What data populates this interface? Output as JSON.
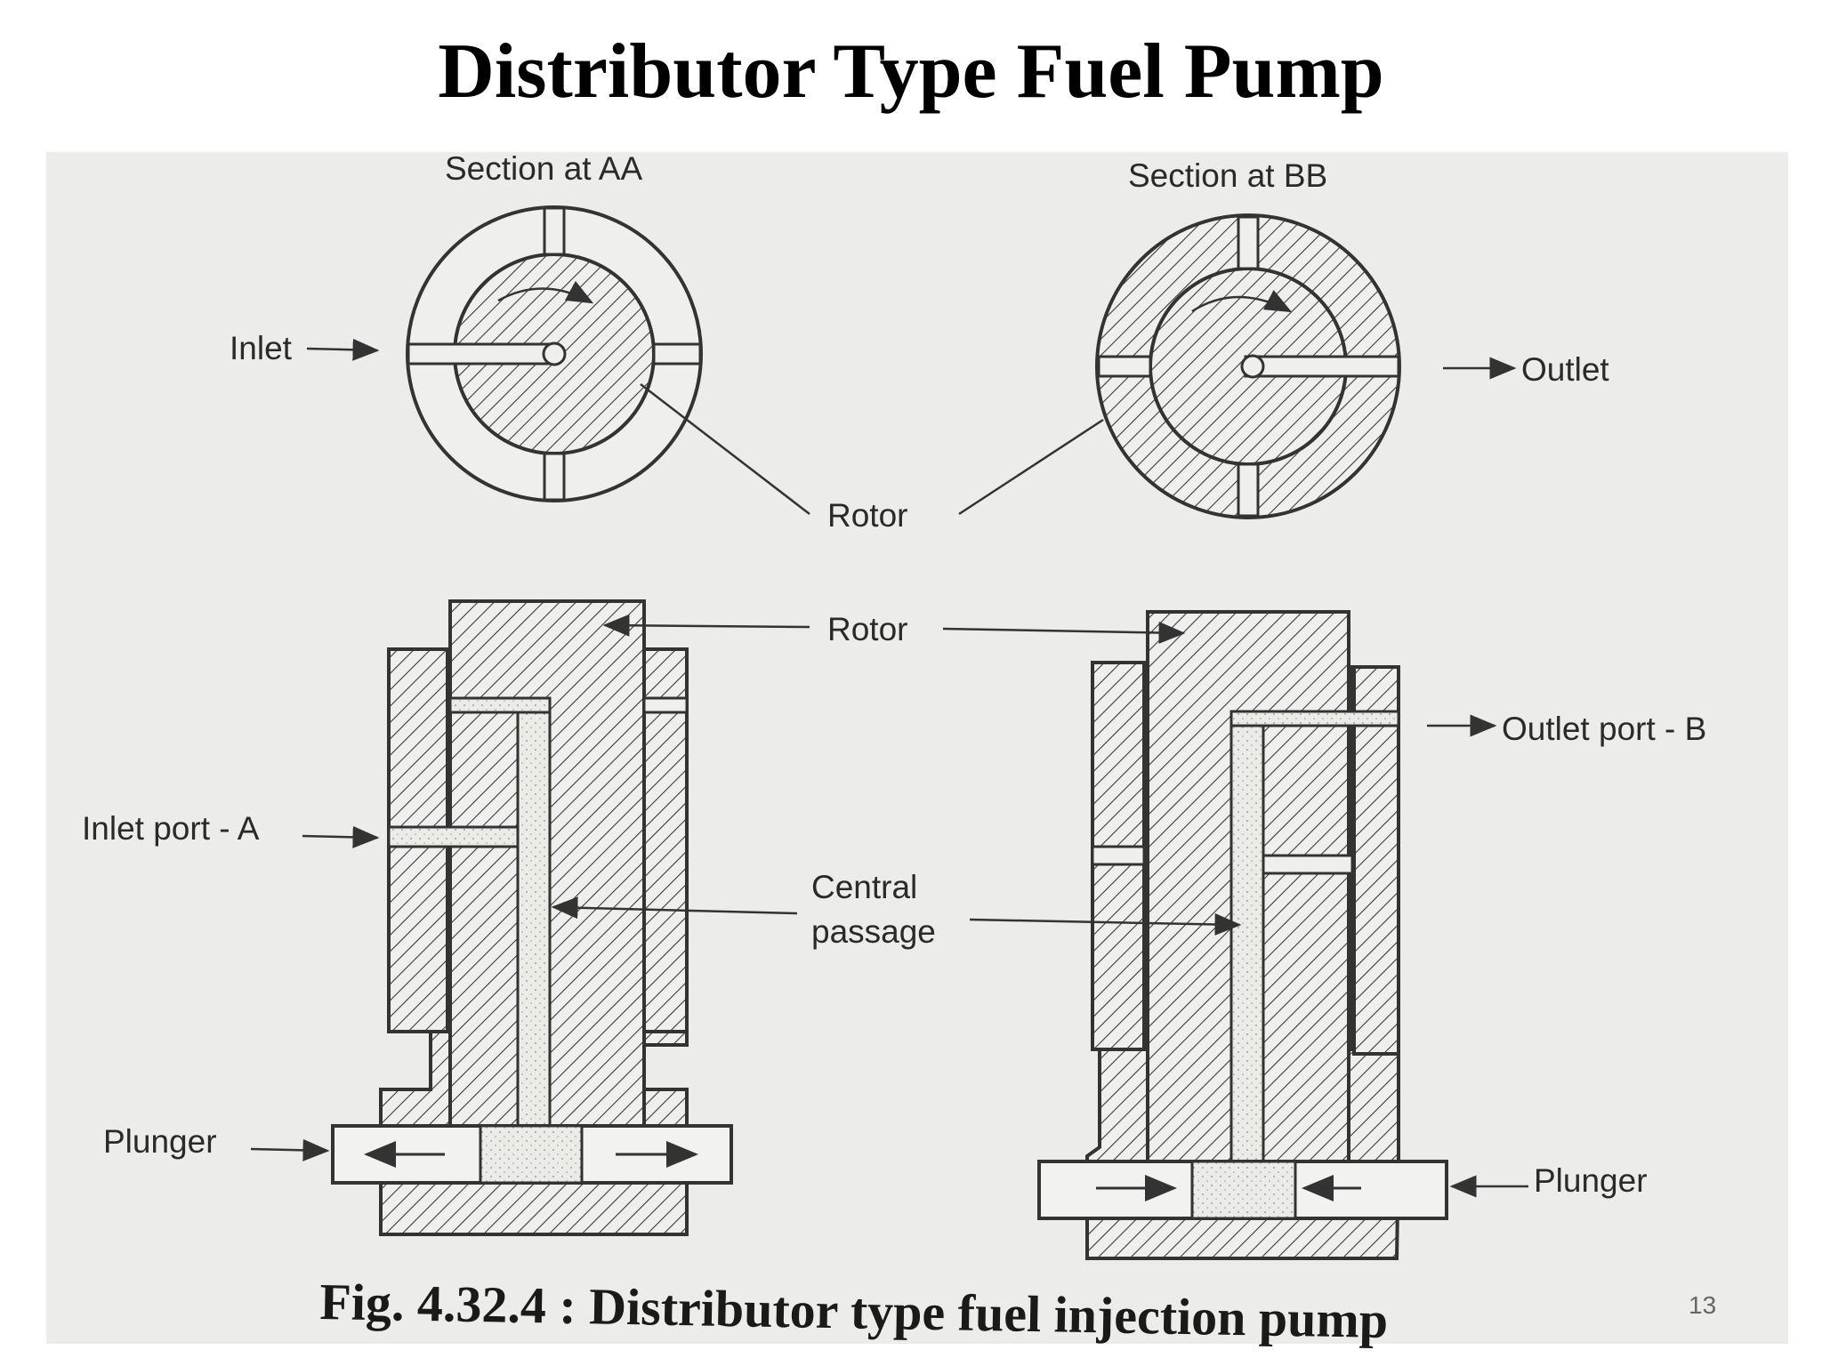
{
  "slide": {
    "title": "Distributor Type Fuel Pump",
    "page_number": "13"
  },
  "figure": {
    "caption": "Fig. 4.32.4 : Distributor type fuel injection pump",
    "labels": {
      "section_aa": "Section at AA",
      "section_bb": "Section at BB",
      "inlet": "Inlet",
      "outlet": "Outlet",
      "rotor_top": "Rotor",
      "rotor_mid": "Rotor",
      "outlet_port_b": "Outlet port - B",
      "inlet_port_a": "Inlet port - A",
      "central_1": "Central",
      "central_2": "passage",
      "plunger_left": "Plunger",
      "plunger_right": "Plunger"
    }
  }
}
